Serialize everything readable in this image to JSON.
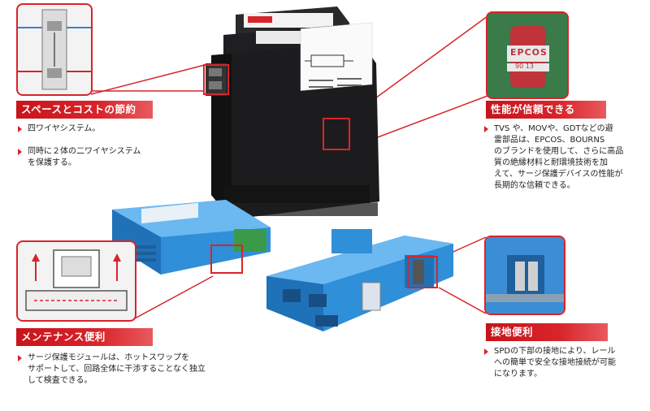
{
  "sections": {
    "space_cost": {
      "title": "スペースとコストの節約",
      "bullets": [
        "四ワイヤシステム。",
        "同時に２体の二ワイヤシステム\nを保護する。"
      ]
    },
    "reliability": {
      "title": "性能が信頼できる",
      "bullets": [
        "TVS や、MOVや、GDTなどの避\n雷部品は、EPCOS、BOURNS\nのブランドを使用して、さらに高品\n質の絶縁材料と耐環境技術を加\nえて、サージ保護デバイスの性能が\n長期的な信頼できる。"
      ]
    },
    "maintenance": {
      "title": "メンテナンス便利",
      "bullets": [
        "サージ保護モジュールは、ホットスワップを\nサポートして、回路全体に干渉することなく独立\nして検査できる。"
      ]
    },
    "grounding": {
      "title": "接地便利",
      "bullets": [
        "SPDの下部の接地により、レール\nへの簡単で安全な接地接続が可能\nになります。"
      ]
    }
  },
  "product": {
    "label_code": "EPCOS",
    "label_code_small": "90 13"
  },
  "colors": {
    "accent": "#d8242a",
    "module_black": "#1c1c1e",
    "module_blue": "#2f8fd8"
  }
}
